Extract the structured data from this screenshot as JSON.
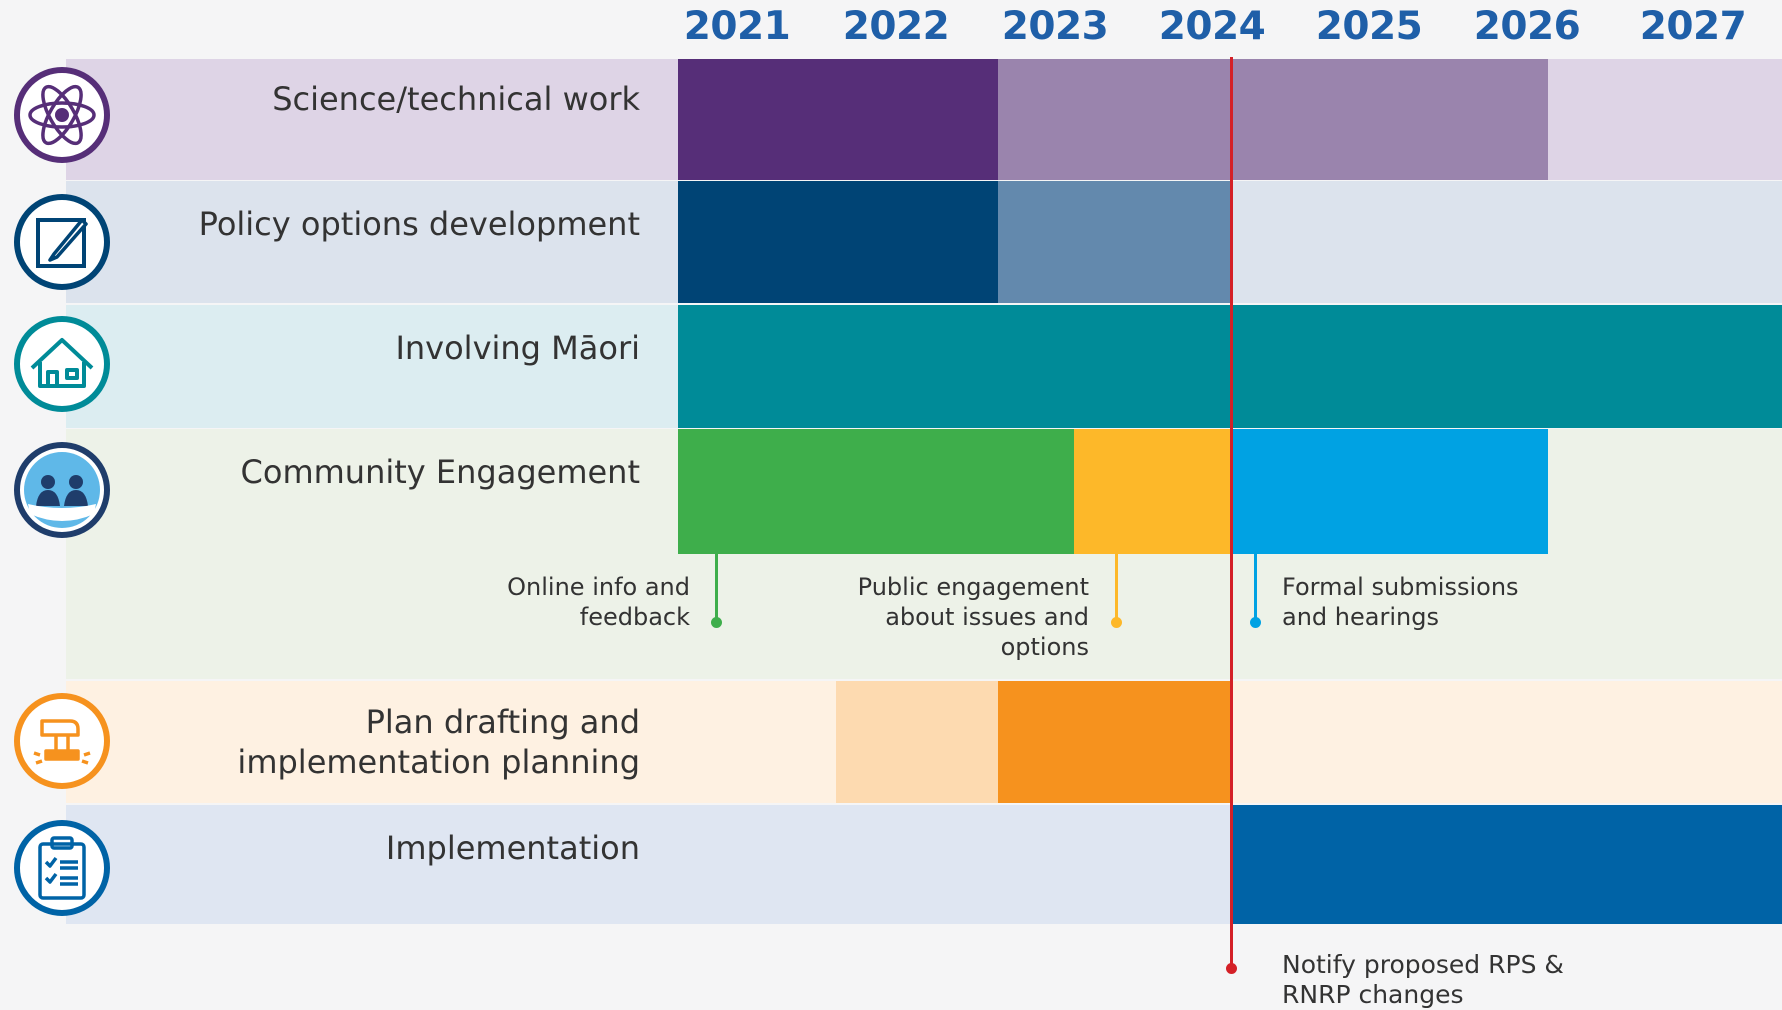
{
  "years": [
    "2021",
    "2022",
    "2023",
    "2024",
    "2025",
    "2026",
    "2027"
  ],
  "rows": [
    {
      "label": "Science/technical work",
      "icon": "atom-icon"
    },
    {
      "label": "Policy options development",
      "icon": "pencil-edit-icon"
    },
    {
      "label": "Involving Māori",
      "icon": "marae-house-icon"
    },
    {
      "label": "Community Engagement",
      "icon": "people-meeting-icon"
    },
    {
      "label_line1": "Plan drafting and",
      "label_line2": "implementation planning",
      "icon": "stamp-icon"
    },
    {
      "label": "Implementation",
      "icon": "clipboard-checklist-icon"
    }
  ],
  "annotations": {
    "online": {
      "line1": "Online info and",
      "line2": "feedback"
    },
    "public": {
      "line1": "Public engagement",
      "line2": "about issues and",
      "line3": "options"
    },
    "formal": {
      "line1": "Formal submissions",
      "line2": "and hearings"
    },
    "notify": {
      "line1": "Notify proposed RPS &",
      "line2": "RNRP changes"
    }
  },
  "colors": {
    "science_dark": "#562e78",
    "science_light": "#9a84ad",
    "science_bg": "#ded4e6",
    "policy_dark": "#004475",
    "policy_light": "#6389ad",
    "policy_bg": "#dce3ed",
    "maori": "#008b98",
    "maori_bg": "#dcedf1",
    "engage_green": "#3eae4b",
    "engage_yellow": "#fdb829",
    "engage_blue": "#00a2e3",
    "engage_bg": "#edf2e8",
    "plan_light": "#fddab0",
    "plan_orange": "#f6921e",
    "plan_bg": "#fef1e2",
    "impl": "#0063a6",
    "impl_bg": "#dfe6f2",
    "now_line": "#d42027",
    "year_text": "#1f5fa8"
  }
}
